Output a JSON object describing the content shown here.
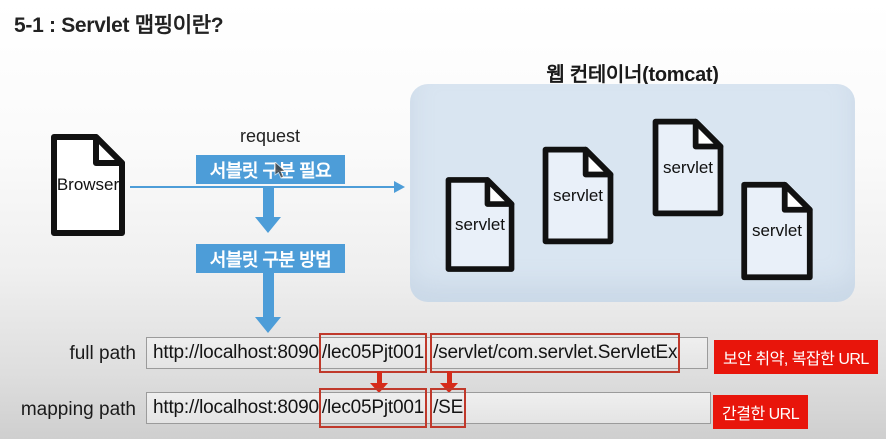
{
  "title": "5-1 : Servlet 맵핑이란?",
  "flow": {
    "browser_label": "Browser",
    "request_label": "request",
    "need_label": "서블릿 구분 필요",
    "method_label": "서블릿 구분 방법"
  },
  "container": {
    "title": "웹 컨테이너(tomcat)",
    "servlets": [
      "servlet",
      "servlet",
      "servlet",
      "servlet"
    ]
  },
  "full_path": {
    "label": "full path",
    "prefix": "http://localhost:8090",
    "context_segment": "/lec05Pjt001",
    "servlet_segment": "/servlet/com.servlet.ServletEx",
    "note": "보안 취약, 복잡한 URL"
  },
  "mapping_path": {
    "label": "mapping path",
    "prefix": "http://localhost:8090",
    "context_segment": "/lec05Pjt001",
    "mapping_segment": "/SE",
    "note": "간결한 URL"
  },
  "colors": {
    "accent_blue": "#4d9dd8",
    "container_bg": "#d9e5f1",
    "doc_fill": "#e9f0f9",
    "note_red": "#e8150b",
    "outline_red": "#c0392b",
    "arrow_red": "#d62b1a"
  }
}
